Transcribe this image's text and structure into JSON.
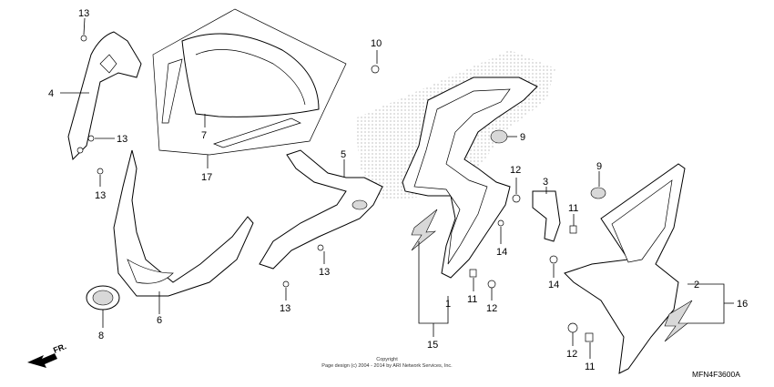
{
  "callouts": {
    "c13a": "13",
    "c4": "4",
    "c13b": "13",
    "c13c": "13",
    "c7": "7",
    "c17": "17",
    "c10": "10",
    "c5": "5",
    "c13d": "13",
    "c13e": "13",
    "c6": "6",
    "c8": "8",
    "c9a": "9",
    "c12a": "12",
    "c3": "3",
    "c9b": "9",
    "c11a": "11",
    "c14a": "14",
    "c14b": "14",
    "c1": "1",
    "c11b": "11",
    "c12b": "12",
    "c15": "15",
    "c2": "2",
    "c16": "16",
    "c12c": "12",
    "c11c": "11"
  },
  "copyright_line1": "Copyright",
  "copyright_line2": "Page design (c) 2004 - 2014 by ARI Network Services, Inc.",
  "diagram_code": "MFN4F3600A",
  "direction_label": "FR."
}
